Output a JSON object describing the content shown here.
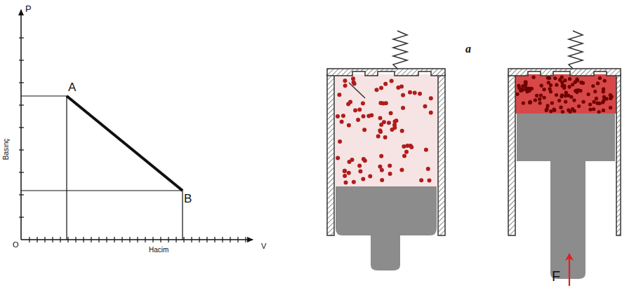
{
  "diagram": {
    "labels": [
      "P",
      "A",
      "B",
      "Basınç",
      "O",
      "Hacim",
      "V",
      "a",
      "F"
    ]
  }
}
